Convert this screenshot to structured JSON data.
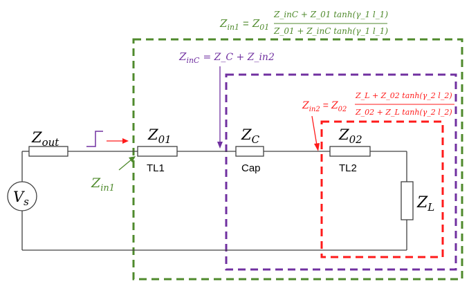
{
  "colors": {
    "green": "#4f8a2c",
    "purple": "#7030a0",
    "red": "#ff1a1a",
    "wire": "#404040",
    "text": "#000000"
  },
  "labels": {
    "zout_main": "Z",
    "zout_sub": "out",
    "z01_main": "Z",
    "z01_sub": "01",
    "tl1": "TL1",
    "zc_main": "Z",
    "zc_sub": "C",
    "cap": "Cap",
    "z02_main": "Z",
    "z02_sub": "02",
    "tl2": "TL2",
    "zl_main": "Z",
    "zl_sub": "L",
    "vs_main": "V",
    "vs_sub": "s",
    "zin1_main": "Z",
    "zin1_sub": "in1"
  },
  "equations": {
    "zin1": {
      "lhs": "Z",
      "lhs_sub": "in1",
      "eq": "=",
      "coef": "Z",
      "coef_sub": "01",
      "num": "Z_inC + Z_01 tanh(γ_1 l_1)",
      "den": "Z_01 + Z_inC tanh(γ_1 l_1)"
    },
    "zinc": {
      "lhs": "Z",
      "lhs_sub": "inC",
      "rhs": "= Z_C + Z_in2"
    },
    "zin2": {
      "lhs": "Z",
      "lhs_sub": "in2",
      "eq": "=",
      "coef": "Z",
      "coef_sub": "02",
      "num": "Z_L + Z_02 tanh(γ_2 l_2)",
      "den": "Z_02 + Z_L tanh(γ_2 l_2)"
    }
  }
}
